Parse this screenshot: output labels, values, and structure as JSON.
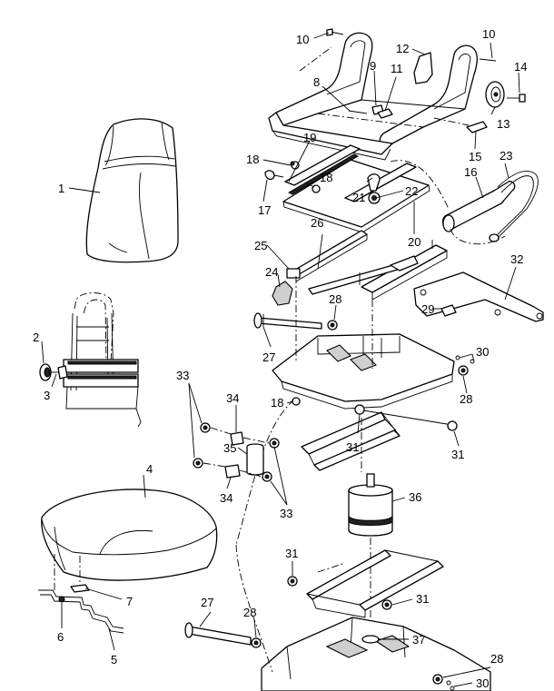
{
  "callouts": [
    {
      "id": "c1",
      "text": "1"
    },
    {
      "id": "c2",
      "text": "2"
    },
    {
      "id": "c3",
      "text": "3"
    },
    {
      "id": "c4",
      "text": "4"
    },
    {
      "id": "c5",
      "text": "5"
    },
    {
      "id": "c6",
      "text": "6"
    },
    {
      "id": "c7",
      "text": "7"
    },
    {
      "id": "c8",
      "text": "8"
    },
    {
      "id": "c9",
      "text": "9"
    },
    {
      "id": "c10a",
      "text": "10"
    },
    {
      "id": "c10b",
      "text": "10"
    },
    {
      "id": "c11",
      "text": "11"
    },
    {
      "id": "c12",
      "text": "12"
    },
    {
      "id": "c13",
      "text": "13"
    },
    {
      "id": "c14",
      "text": "14"
    },
    {
      "id": "c15",
      "text": "15"
    },
    {
      "id": "c16",
      "text": "16"
    },
    {
      "id": "c17",
      "text": "17"
    },
    {
      "id": "c18a",
      "text": "18"
    },
    {
      "id": "c18b",
      "text": "18"
    },
    {
      "id": "c18c",
      "text": "18"
    },
    {
      "id": "c19",
      "text": "19"
    },
    {
      "id": "c20",
      "text": "20"
    },
    {
      "id": "c21",
      "text": "21"
    },
    {
      "id": "c22",
      "text": "22"
    },
    {
      "id": "c23",
      "text": "23"
    },
    {
      "id": "c24",
      "text": "24"
    },
    {
      "id": "c25",
      "text": "25"
    },
    {
      "id": "c26",
      "text": "26"
    },
    {
      "id": "c27a",
      "text": "27"
    },
    {
      "id": "c27b",
      "text": "27"
    },
    {
      "id": "c28a",
      "text": "28"
    },
    {
      "id": "c28b",
      "text": "28"
    },
    {
      "id": "c28c",
      "text": "28"
    },
    {
      "id": "c28d",
      "text": "28"
    },
    {
      "id": "c29",
      "text": "29"
    },
    {
      "id": "c30a",
      "text": "30"
    },
    {
      "id": "c30b",
      "text": "30"
    },
    {
      "id": "c31a",
      "text": "31"
    },
    {
      "id": "c31b",
      "text": "31"
    },
    {
      "id": "c31c",
      "text": "31"
    },
    {
      "id": "c31d",
      "text": "31"
    },
    {
      "id": "c32",
      "text": "32"
    },
    {
      "id": "c33a",
      "text": "33"
    },
    {
      "id": "c33b",
      "text": "33"
    },
    {
      "id": "c34a",
      "text": "34"
    },
    {
      "id": "c34b",
      "text": "34"
    },
    {
      "id": "c35",
      "text": "35"
    },
    {
      "id": "c36",
      "text": "36"
    },
    {
      "id": "c37",
      "text": "37"
    }
  ]
}
